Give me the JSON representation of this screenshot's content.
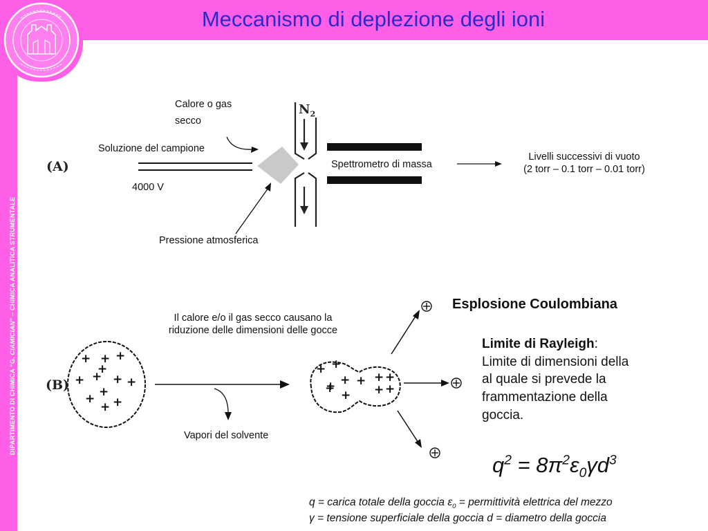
{
  "slide": {
    "title": "Meccanismo di deplezione degli ioni",
    "side_text_main": "DIPARTIMENTO DI CHIMICA “G. ",
    "side_text_italic": "CIAMICIAN",
    "side_text_tail": "” – CHIMICA ANALITICA STRUMENTALE",
    "accent_color": "#ff5fe6",
    "title_color": "#2b2bc8",
    "logo_icon": "university-seal-icon"
  },
  "diagram_a": {
    "panel_label": "(A)",
    "heat_label_1": "Calore o gas",
    "heat_label_2": "secco",
    "n2_label": "N",
    "n2_sub": "2",
    "sample_label": "Soluzione del campione",
    "voltage_label": "4000 V",
    "pressure_label": "Pressione atmosferica",
    "ms_label": "Spettrometro di massa",
    "vacuum_label_1": "Livelli successivi di vuoto",
    "vacuum_label_2": "(2 torr – 0.1 torr – 0.01 torr)"
  },
  "diagram_b": {
    "panel_label": "(B)",
    "caption_1": "Il calore e/o il gas secco causano la",
    "caption_2": "riduzione delle dimensioni delle gocce",
    "vapor_label": "Vapori del solvente",
    "charge_symbol": "+"
  },
  "coulomb": {
    "heading": "Esplosione Coulombiana",
    "rayleigh_title": "Limite di Rayleigh",
    "rayleigh_colon": ":",
    "desc_1": "Limite di dimensioni della",
    "desc_2": "al quale si prevede la",
    "desc_3": "frammentazione della",
    "desc_4": "goccia."
  },
  "formula": {
    "q": "q",
    "q_exp": "2",
    "eq": " = 8π",
    "pi_exp": "2",
    "eps": "ε",
    "eps_sub": "0",
    "gamma_d": "γd",
    "d_exp": "3"
  },
  "legend": {
    "line1_a": "q = carica totale della goccia ε",
    "line1_sub": "0",
    "line1_b": " = permittività elettrica del mezzo",
    "line2": "γ = tensione superficiale della goccia d = diametro della goccia"
  }
}
